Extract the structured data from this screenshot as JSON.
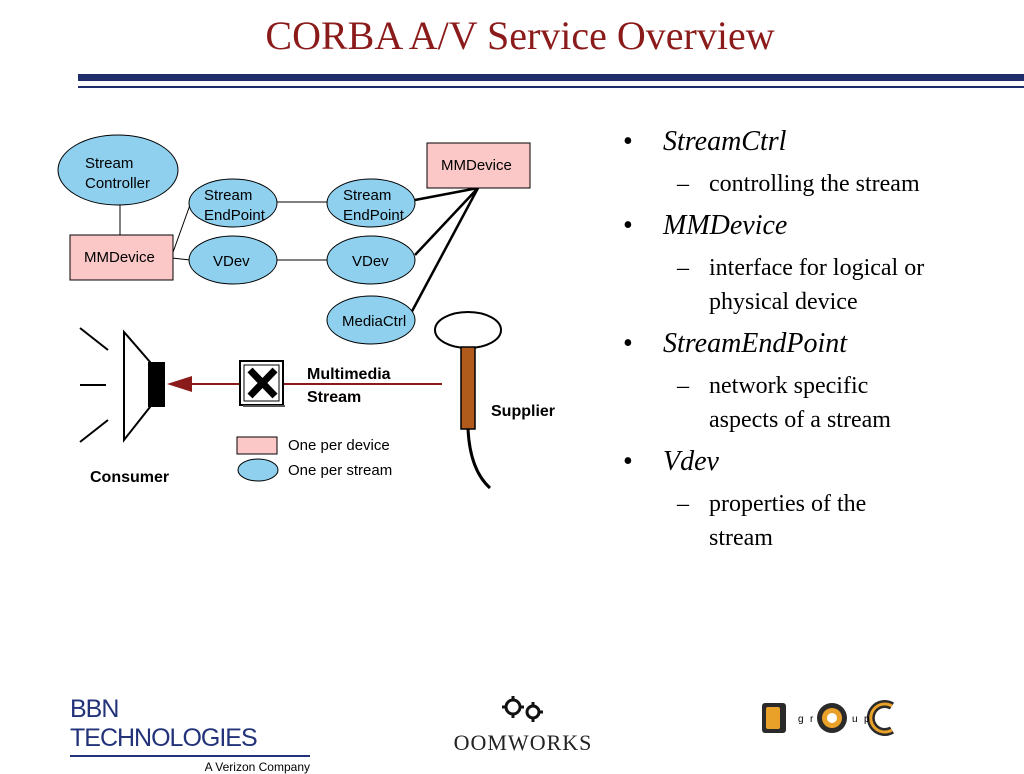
{
  "slide": {
    "title": "CORBA A/V Service Overview"
  },
  "diagram": {
    "stream_controller": [
      "Stream",
      "Controller"
    ],
    "mmdevice_left": "MMDevice",
    "mmdevice_right": "MMDevice",
    "stream_endpoint_left": [
      "Stream",
      "EndPoint"
    ],
    "stream_endpoint_right": [
      "Stream",
      "EndPoint"
    ],
    "vdev_left": "VDev",
    "vdev_right": "VDev",
    "mediactrl": "MediaCtrl",
    "stream_label": [
      "Multimedia",
      "Stream"
    ],
    "supplier": "Supplier",
    "consumer": "Consumer",
    "legend": {
      "device": "One per device",
      "stream": "One per stream"
    },
    "colors": {
      "box_fill": "#fbc7c7",
      "ellipse_fill": "#8fd0ef",
      "arrow": "#8b1a1a",
      "title": "#8b1a1a",
      "rule": "#1f2d6b"
    }
  },
  "bullets": [
    {
      "term": "StreamCtrl",
      "detail": [
        "controlling the stream"
      ]
    },
    {
      "term": "MMDevice",
      "detail": [
        "interface for logical or",
        "physical device"
      ]
    },
    {
      "term": "StreamEndPoint",
      "detail": [
        "network specific",
        "aspects of a stream"
      ]
    },
    {
      "term": "Vdev",
      "detail": [
        "properties of the",
        "stream"
      ]
    }
  ],
  "footer": {
    "bbn": {
      "name": "BBN TECHNOLOGIES",
      "tagline": "A Verizon Company"
    },
    "oomworks": {
      "name": "OOMWORKS",
      "icon": "gears-icon"
    },
    "doc": {
      "letters": [
        "D",
        "O",
        "C"
      ],
      "small": [
        "g",
        "r",
        "o",
        "u",
        "p"
      ]
    }
  }
}
